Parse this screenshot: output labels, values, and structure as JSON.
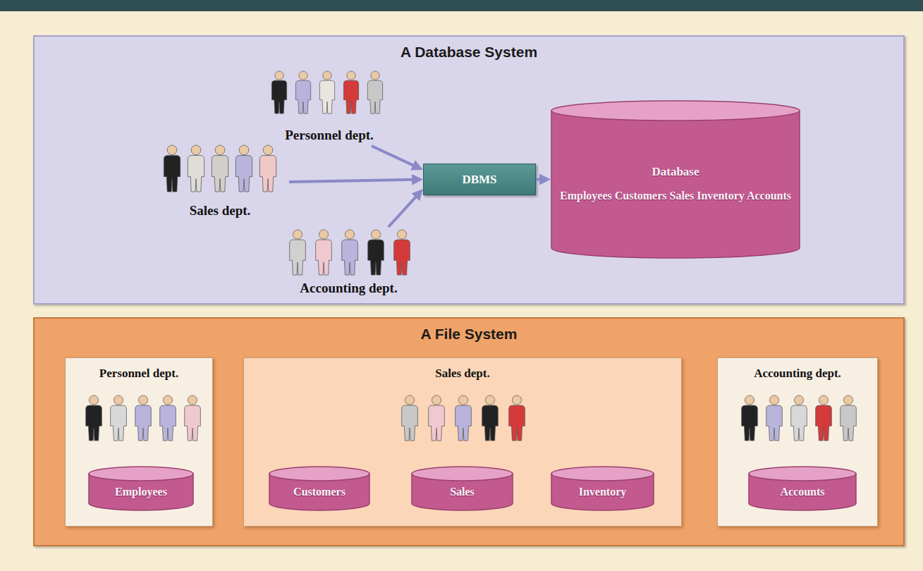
{
  "diagram": {
    "nodes": [
      {
        "text": [
          "A Database System"
        ]
      },
      {
        "text": [
          "Personnel dept."
        ],
        "in": 0
      },
      {
        "text": [
          "Sales dept."
        ],
        "in": 0
      },
      {
        "text": [
          "Accounting dept."
        ],
        "in": 0
      },
      {
        "text": [
          "DBMS"
        ],
        "in": 0
      },
      {
        "text": [
          "Database",
          "Employees Customers Sales Inventory Accounts"
        ],
        "in": 0
      },
      {
        "text": [
          "A File System"
        ]
      },
      {
        "text": [
          "Personnel dept."
        ],
        "in": 6
      },
      {
        "text": [
          "Employees"
        ],
        "in": 7
      },
      {
        "text": [
          "Sales dept."
        ],
        "in": 6
      },
      {
        "text": [
          "Customers"
        ],
        "in": 9
      },
      {
        "text": [
          "Sales"
        ],
        "in": 9
      },
      {
        "text": [
          "Inventory"
        ],
        "in": 9
      },
      {
        "text": [
          "Accounting dept."
        ],
        "in": 6
      },
      {
        "text": [
          "Accounts"
        ],
        "in": 13
      }
    ],
    "edges": [
      {
        "from": 1,
        "to": 4,
        "arrow": "to"
      },
      {
        "from": 2,
        "to": 4,
        "arrow": "to"
      },
      {
        "from": 3,
        "to": 4,
        "arrow": "to"
      },
      {
        "from": 4,
        "to": 5,
        "arrow": "to"
      }
    ]
  }
}
